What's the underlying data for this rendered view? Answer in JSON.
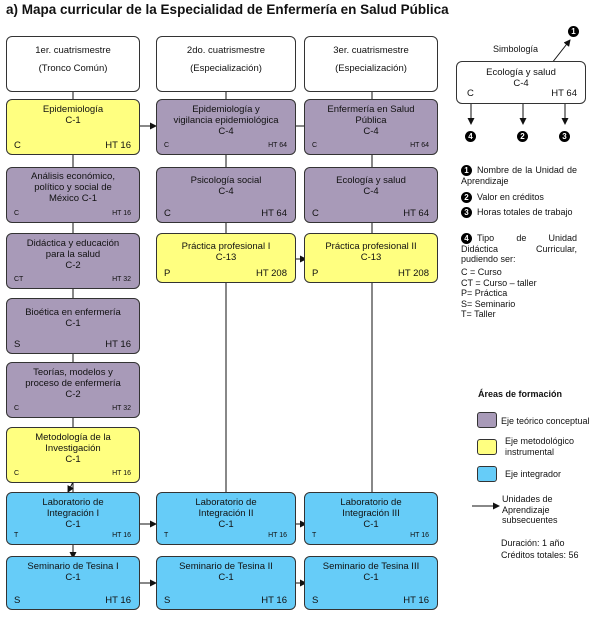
{
  "title": "a) Mapa curricular de la Especialidad de Enfermería en Salud Pública",
  "headers": [
    {
      "line1": "1er. cuatrismestre",
      "line2": "(Tronco Común)"
    },
    {
      "line1": "2do. cuatrismestre",
      "line2": "(Especialización)"
    },
    {
      "line1": "3er. cuatrismestre",
      "line2": "(Especialización)"
    }
  ],
  "col1": [
    {
      "name": [
        "Epidemiología"
      ],
      "credits": "C-1",
      "type": "C",
      "hours": "HT 16"
    },
    {
      "name": [
        "Análisis económico,",
        "político y social de",
        "México C-1"
      ],
      "credits": "",
      "type": "C",
      "hours": "HT 16"
    },
    {
      "name": [
        "Didáctica y educación",
        "para la salud"
      ],
      "credits": "C-2",
      "type": "CT",
      "hours": "HT 32"
    },
    {
      "name": [
        "Bioética en enfermería"
      ],
      "credits": "C-1",
      "type": "S",
      "hours": "HT 16"
    },
    {
      "name": [
        "Teorías, modelos y",
        "proceso de enfermería"
      ],
      "credits": "C-2",
      "type": "C",
      "hours": "HT 32"
    },
    {
      "name": [
        "Metodología de la",
        "Investigación"
      ],
      "credits": "C-1",
      "type": "C",
      "hours": "HT 16"
    },
    {
      "name": [
        "Laboratorio de",
        "Integración I"
      ],
      "credits": "C-1",
      "type": "T",
      "hours": "HT 16"
    },
    {
      "name": [
        "Seminario de Tesina I"
      ],
      "credits": "C-1",
      "type": "S",
      "hours": "HT 16"
    }
  ],
  "col2": [
    {
      "name": [
        "Epidemiología y",
        "vigilancia epidemiológica"
      ],
      "credits": "C-4",
      "type": "C",
      "hours": "HT 64"
    },
    {
      "name": [
        "Psicología social"
      ],
      "credits": "C-4",
      "type": "C",
      "hours": "HT 64"
    },
    {
      "name": [
        "Práctica profesional I"
      ],
      "credits": "C-13",
      "type": "P",
      "hours": "HT 208"
    },
    {
      "name": [
        "Laboratorio de",
        "Integración II"
      ],
      "credits": "C-1",
      "type": "T",
      "hours": "HT 16"
    },
    {
      "name": [
        "Seminario de Tesina II"
      ],
      "credits": "C-1",
      "type": "S",
      "hours": "HT 16"
    }
  ],
  "col3": [
    {
      "name": [
        "Enfermería en Salud",
        "Pública"
      ],
      "credits": "C-4",
      "type": "C",
      "hours": "HT 64"
    },
    {
      "name": [
        "Ecología y salud"
      ],
      "credits": "C-4",
      "type": "C",
      "hours": "HT 64"
    },
    {
      "name": [
        "Práctica profesional II"
      ],
      "credits": "C-13",
      "type": "P",
      "hours": "HT 208"
    },
    {
      "name": [
        "Laboratorio de",
        "Integración III"
      ],
      "credits": "C-1",
      "type": "T",
      "hours": "HT 16"
    },
    {
      "name": [
        "Seminario de Tesina III"
      ],
      "credits": "C-1",
      "type": "S",
      "hours": "HT 16"
    }
  ],
  "simbologia": {
    "title": "Simbología",
    "name": "Ecología y salud",
    "credits": "C-4",
    "type": "C",
    "hours": "HT 64",
    "n1": "1",
    "n2": "2",
    "n3": "3",
    "n4": "4"
  },
  "legend": [
    {
      "num": "1",
      "text": "Nombre de la Unidad de Aprendizaje"
    },
    {
      "num": "2",
      "text": "Valor en créditos"
    },
    {
      "num": "3",
      "text": "Horas totales de trabajo"
    },
    {
      "num": "4",
      "text": "Tipo de Unidad Didáctica Curricular, pudiendo ser:"
    }
  ],
  "types": [
    "C = Curso",
    "CT = Curso – taller",
    "P= Práctica",
    "S= Seminario",
    "T= Taller"
  ],
  "areas": {
    "title": "Áreas de formación",
    "items": [
      {
        "label": "Eje teórico conceptual",
        "color": "#a89ab8"
      },
      {
        "label": "Eje metodológico instrumental",
        "color": "#ffff80"
      },
      {
        "label": "Eje integrador",
        "color": "#66ccf8"
      }
    ]
  },
  "arrow_legend": "Unidades de Aprendizaje subsecuentes",
  "duracion": "Duración: 1 año",
  "creditos": "Créditos totales: 56"
}
